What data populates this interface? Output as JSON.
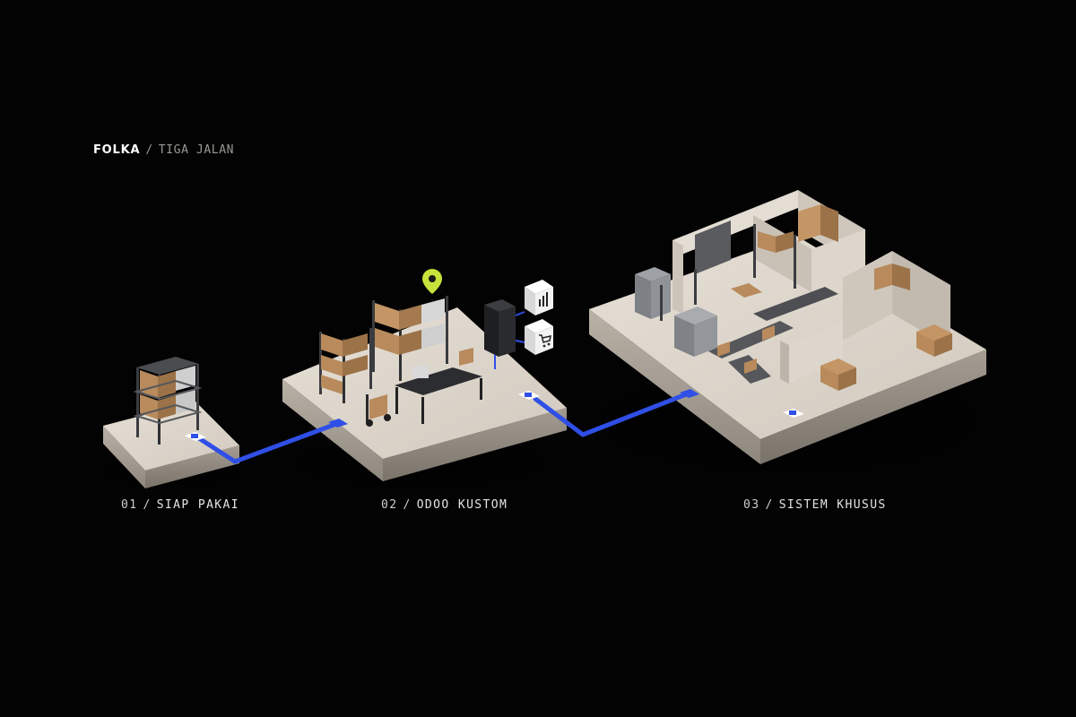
{
  "header": {
    "brand": "FOLKA",
    "separator": "/",
    "subtitle": "TIGA JALAN"
  },
  "steps": [
    {
      "number": "01",
      "separator": "/",
      "label": "SIAP PAKAI"
    },
    {
      "number": "02",
      "separator": "/",
      "label": "ODOO KUSTOM"
    },
    {
      "number": "03",
      "separator": "/",
      "label": "SISTEM KHUSUS"
    }
  ],
  "colors": {
    "background": "#030303",
    "platform_top": "#ddd6cc",
    "connector": "#2f4fe6",
    "location_pin": "#c7e23a",
    "box": "#b88a5c"
  },
  "icons": [
    "location-pin-icon",
    "bar-chart-icon",
    "shopping-cart-icon"
  ]
}
